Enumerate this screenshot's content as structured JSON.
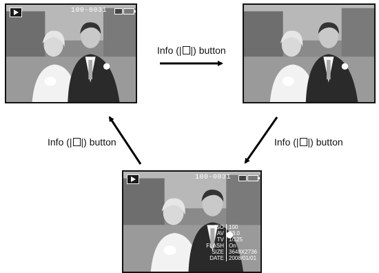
{
  "screens": {
    "top_left": {
      "play_icon": "play-mode-icon"
    },
    "top_right": {},
    "bottom": {
      "play_icon": "play-mode-icon",
      "file_number": "100-0031",
      "memory_icon": "memory-card-icon",
      "battery_icon": "battery-icon",
      "info": [
        {
          "label": "ISO",
          "value": "100"
        },
        {
          "label": "AV",
          "value": "F3.0"
        },
        {
          "label": "TV",
          "value": "1/125"
        },
        {
          "label": "FLASH",
          "value": "On"
        },
        {
          "label": "SIZE",
          "value": "3648X2736"
        },
        {
          "label": "DATE",
          "value": "2008/01/01"
        }
      ]
    }
  },
  "top_left_file_number": "100-0031",
  "captions": {
    "top": {
      "prefix": "Info (|",
      "suffix": "|) button"
    },
    "left": {
      "prefix": "Info (|",
      "suffix": "|) button"
    },
    "right": {
      "prefix": "Info (|",
      "suffix": "|) button"
    }
  },
  "colors": {
    "arrow": "#000000",
    "frame": "#111111"
  }
}
